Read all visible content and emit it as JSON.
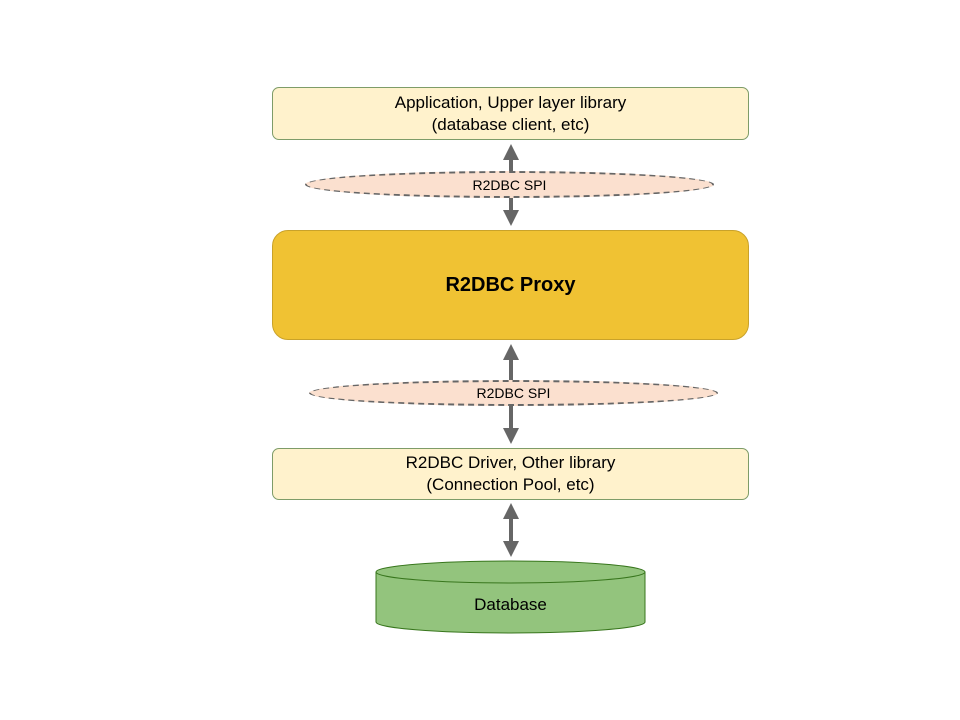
{
  "layers": {
    "application": {
      "line1": "Application, Upper layer library",
      "line2": "(database client, etc)"
    },
    "spi_top": {
      "label": "R2DBC SPI"
    },
    "proxy": {
      "label": "R2DBC Proxy"
    },
    "spi_bottom": {
      "label": "R2DBC SPI"
    },
    "driver": {
      "line1": "R2DBC Driver, Other library",
      "line2": "(Connection Pool, etc)"
    },
    "database": {
      "label": "Database"
    }
  },
  "colors": {
    "light_box_fill": "#fff2cc",
    "proxy_fill": "#f0c233",
    "spi_fill": "#fbe0cf",
    "database_fill": "#93c47d",
    "arrow": "#666666"
  }
}
